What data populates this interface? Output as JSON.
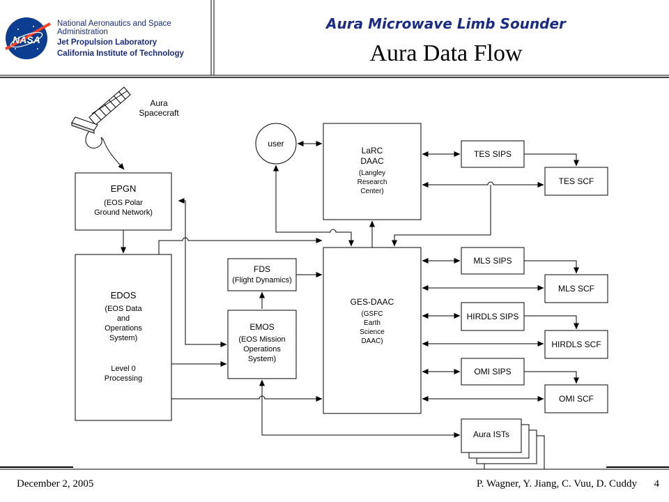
{
  "header": {
    "org_lines": [
      "National Aeronautics and Space",
      "Administration",
      "Jet Propulsion Laboratory",
      "California Institute of Technology"
    ],
    "logo_text": "NASA",
    "project_title": "Aura Microwave Limb Sounder",
    "slide_title": "Aura Data Flow"
  },
  "footer": {
    "date": "December 2, 2005",
    "authors": "P. Wagner, Y. Jiang, C. Vuu, D. Cuddy",
    "page": "4"
  },
  "diagram": {
    "spacecraft": [
      "Aura",
      "Spacecraft"
    ],
    "epgn": [
      "EPGN",
      "(EOS Polar",
      "Ground Network)"
    ],
    "edos": [
      "EDOS",
      "(EOS Data",
      "and",
      "Operations",
      "System)",
      "",
      "Level 0",
      "Processing"
    ],
    "fds": [
      "FDS",
      "(Flight Dynamics)"
    ],
    "emos": [
      "EMOS",
      "(EOS Mission",
      "Operations",
      "System)"
    ],
    "user": "user",
    "larc": [
      "LaRC",
      "DAAC",
      "(Langley",
      "Research",
      "Center)"
    ],
    "ges": [
      "GES-DAAC",
      "(GSFC",
      "Earth",
      "Science",
      "DAAC)"
    ],
    "tes_sips": "TES SIPS",
    "tes_scf": "TES SCF",
    "mls_sips": "MLS SIPS",
    "mls_scf": "MLS SCF",
    "hirdls_sips": "HIRDLS SIPS",
    "hirdls_scf": "HIRDLS SCF",
    "omi_sips": "OMI SIPS",
    "omi_scf": "OMI SCF",
    "aura_ists": "Aura ISTs"
  },
  "colors": {
    "header_blue": "#1a2a8a",
    "nasa_blue": "#0b3d91",
    "nasa_red": "#fc3d21"
  }
}
